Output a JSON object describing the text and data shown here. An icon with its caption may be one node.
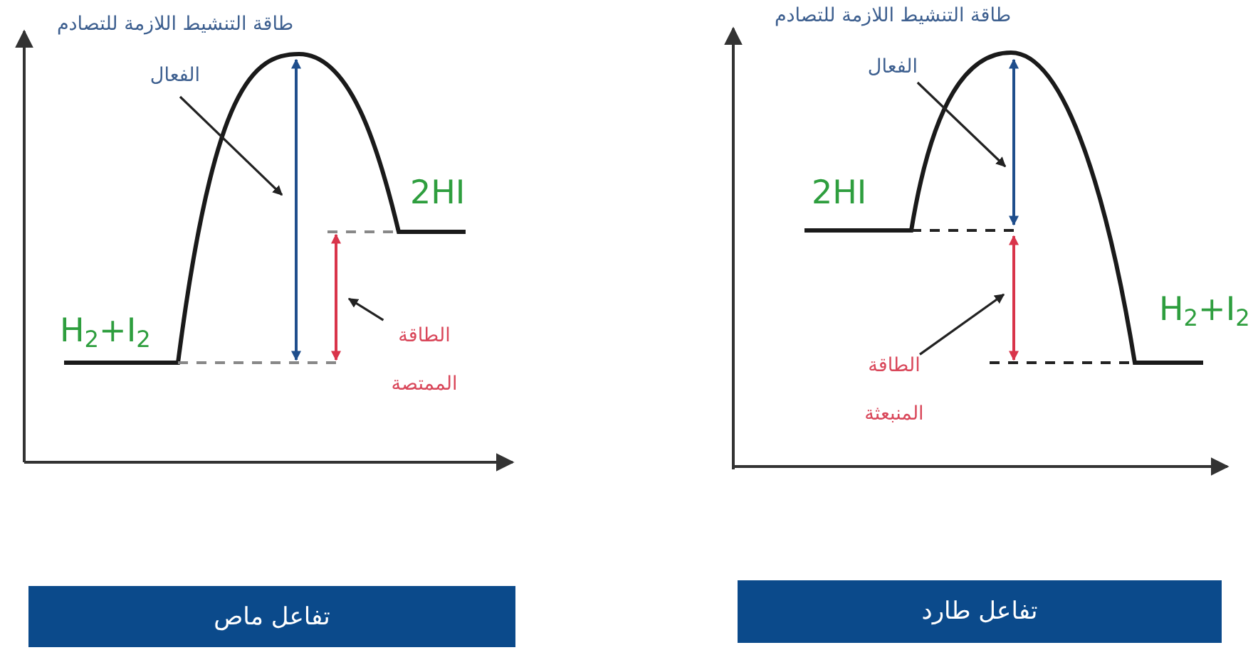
{
  "diagram": {
    "nodes": [
      {
        "text": [
          "طاقة التنشيط اللازمة للتصادم الفعال"
        ]
      },
      {
        "text": [
          "الطاقة الممتصة"
        ]
      },
      {
        "text": [
          "تفاعل ماص"
        ]
      },
      {
        "text": [
          "طاقة التنشيط اللازمة للتصادم الفعال"
        ]
      },
      {
        "text": [
          "الطاقة المنبعثة"
        ]
      },
      {
        "text": [
          "تفاعل طارد"
        ]
      }
    ],
    "edges": [
      {
        "from": 0,
        "to": null,
        "arrow": "to"
      },
      {
        "from": 1,
        "to": null,
        "arrow": "to"
      },
      {
        "from": 3,
        "to": null,
        "arrow": "to"
      },
      {
        "from": 4,
        "to": null,
        "arrow": "to"
      }
    ],
    "labels": [
      "2HI",
      "H$_{2}$+I$_{2}$",
      "2HI",
      "H$_{2}$+I$_{2}$"
    ]
  }
}
